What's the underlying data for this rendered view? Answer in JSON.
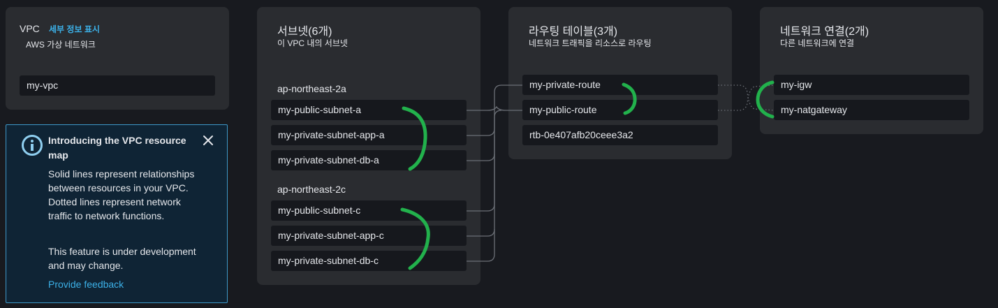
{
  "vpc": {
    "title": "VPC",
    "detail_link": "세부 정보 표시",
    "subtitle": "AWS 가상 네트워크",
    "name": "my-vpc"
  },
  "info": {
    "title": "Introducing the VPC resource map",
    "body1": "Solid lines represent relationships between resources in your VPC. Dotted lines represent network traffic to network functions.",
    "body2": "This feature is under development and may change.",
    "feedback": "Provide feedback"
  },
  "subnets": {
    "title": "서브넷(6개)",
    "subtitle": "이 VPC 내의 서브넷",
    "zones": [
      {
        "label": "ap-northeast-2a",
        "items": [
          "my-public-subnet-a",
          "my-private-subnet-app-a",
          "my-private-subnet-db-a"
        ]
      },
      {
        "label": "ap-northeast-2c",
        "items": [
          "my-public-subnet-c",
          "my-private-subnet-app-c",
          "my-private-subnet-db-c"
        ]
      }
    ]
  },
  "routes": {
    "title": "라우팅 테이블(3개)",
    "subtitle": "네트워크 트래픽을 리소스로 라우팅",
    "items": [
      "my-private-route",
      "my-public-route",
      "rtb-0e407afb20ceee3a2"
    ]
  },
  "connections": {
    "title": "네트워크 연결(2개)",
    "subtitle": "다른 네트워크에 연결",
    "items": [
      "my-igw",
      "my-natgateway"
    ]
  },
  "colors": {
    "annotation": "#22b14c",
    "link": "#3cb1e8"
  }
}
